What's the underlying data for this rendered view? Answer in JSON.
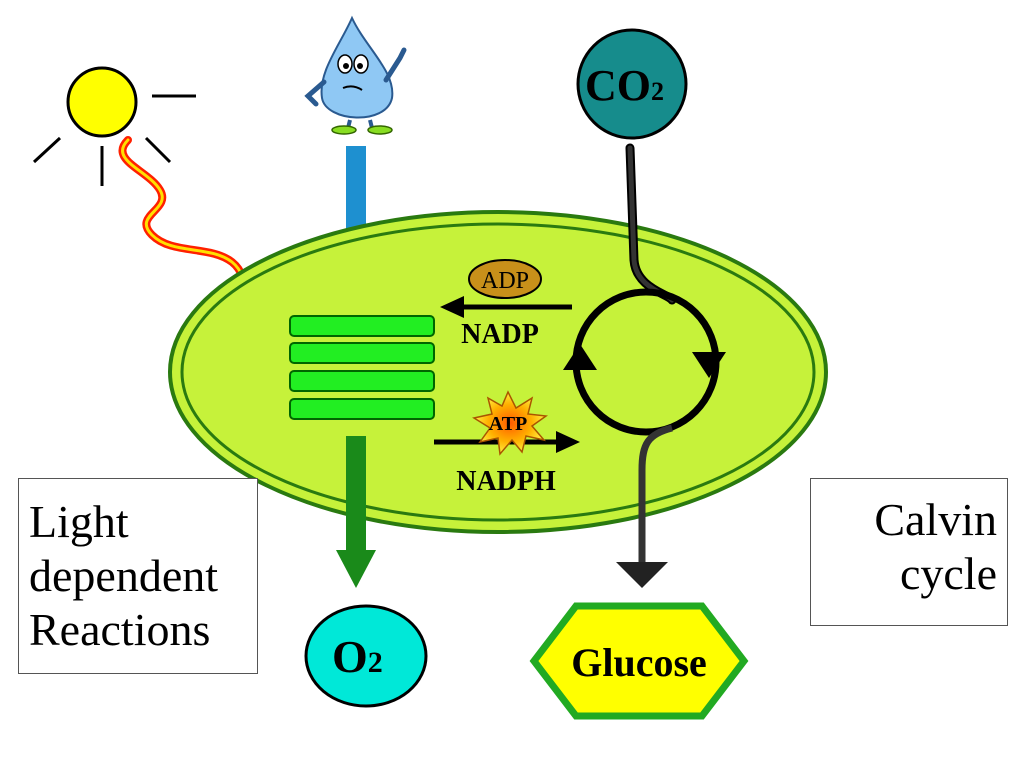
{
  "molecules": {
    "co2": "CO",
    "co2_sub": "2",
    "o2": "O",
    "o2_sub": "2",
    "glucose": "Glucose",
    "adp": "ADP",
    "atp": "ATP",
    "nadp": "NADP",
    "nadph": "NADPH"
  },
  "labels": {
    "light_line1": "Light",
    "light_line2": "dependent",
    "light_line3": "Reactions",
    "calvin_line1": "Calvin",
    "calvin_line2": "cycle"
  },
  "colors": {
    "chloroplast_fill": "#c6f23a",
    "chloroplast_stroke": "#2a7a10",
    "thylakoid": "#22ee22",
    "sun": "#ffff00",
    "co2_circle": "#168c8c",
    "o2_circle": "#00e8d8",
    "glucose_fill": "#ffff00",
    "glucose_stroke": "#22aa22",
    "water_arrow": "#1e90d0",
    "oxygen_arrow": "#1a8a1a",
    "adp_fill": "#c8901a"
  },
  "icons": [
    "sun-icon",
    "water-drop-icon"
  ]
}
